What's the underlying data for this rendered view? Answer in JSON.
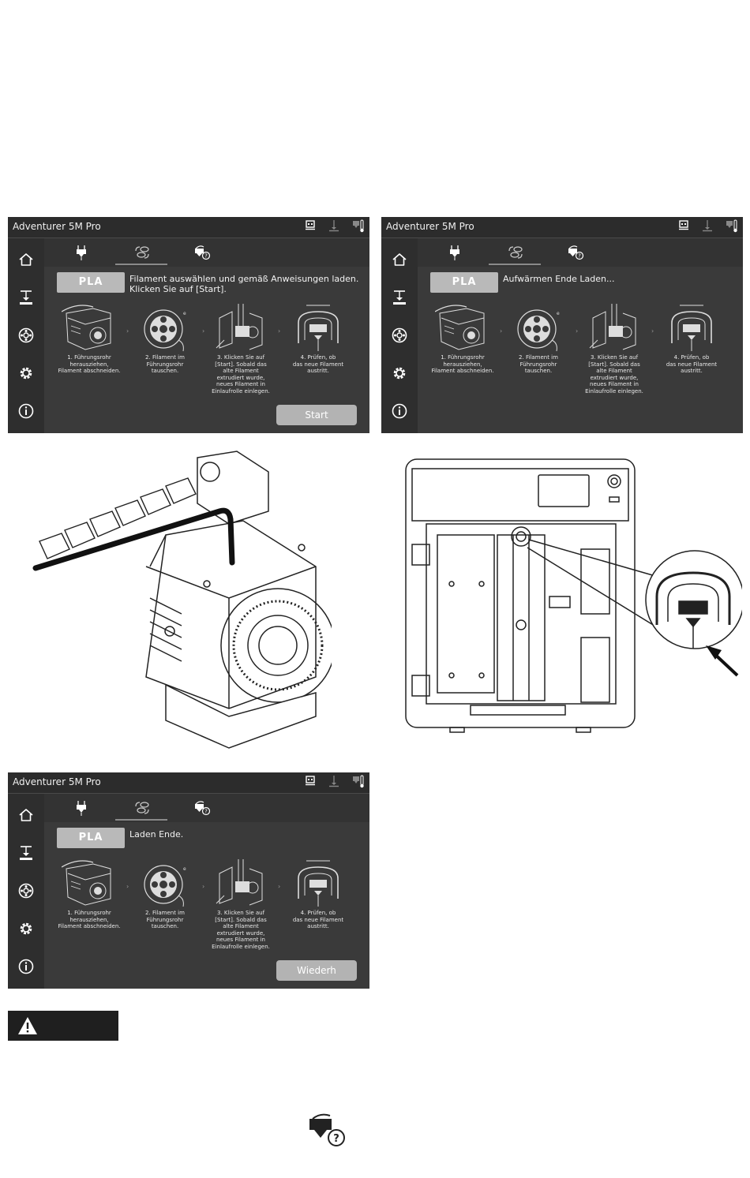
{
  "screens": [
    {
      "app_title": "Adventurer 5M Pro",
      "material": "PLA",
      "instruction": [
        "Filament auswählen und gemäß Anweisungen laden.",
        "Klicken Sie auf [Start]."
      ],
      "steps": [
        [
          "1. Führungsrohr",
          "herausziehen,",
          "Filament abschneiden."
        ],
        [
          "2. Filament im",
          "Führungsrohr",
          "tauschen."
        ],
        [
          "3. Klicken Sie auf",
          "[Start]. Sobald das",
          "alte Filament",
          "extrudiert wurde,",
          "neues Filament in",
          "Einlaufrolle einlegen."
        ],
        [
          "4. Prüfen, ob",
          "das neue Filament",
          "austritt."
        ]
      ],
      "action_label": "Start"
    },
    {
      "app_title": "Adventurer 5M Pro",
      "material": "PLA",
      "instruction": [
        "Aufwärmen Ende Laden..."
      ],
      "steps": [
        [
          "1. Führungsrohr",
          "herausziehen,",
          "Filament abschneiden."
        ],
        [
          "2. Filament im",
          "Führungsrohr",
          "tauschen."
        ],
        [
          "3. Klicken Sie auf",
          "[Start]. Sobald das",
          "alte Filament",
          "extrudiert wurde,",
          "neues Filament in",
          "Einlaufrolle einlegen."
        ],
        [
          "4. Prüfen, ob",
          "das neue Filament",
          "austritt."
        ]
      ],
      "action_label": ""
    },
    {
      "app_title": "Adventurer 5M Pro",
      "material": "PLA",
      "instruction": [
        "Laden Ende."
      ],
      "steps": [
        [
          "1. Führungsrohr",
          "herausziehen,",
          "Filament abschneiden."
        ],
        [
          "2. Filament im",
          "Führungsrohr",
          "tauschen."
        ],
        [
          "3. Klicken Sie auf",
          "[Start]. Sobald das",
          "alte Filament",
          "extrudiert wurde,",
          "neues Filament in",
          "Einlaufrolle einlegen."
        ],
        [
          "4. Prüfen, ob",
          "das neue Filament",
          "austritt."
        ]
      ],
      "action_label": "Wiederh"
    }
  ],
  "icons": {
    "sidebar": [
      "home-icon",
      "print-icon",
      "filament-icon",
      "settings-icon",
      "info-icon"
    ],
    "tabs": [
      "extruder-icon",
      "filament-swap-icon",
      "nozzle-help-icon"
    ],
    "status": [
      "camera-icon",
      "bed-temp-icon",
      "nozzle-temp-icon"
    ],
    "warning": "warning-triangle-icon",
    "bottom": "nozzle-help-icon"
  },
  "colors": {
    "screen_bg": "#3a3a3a",
    "button": "#b9b9b9",
    "warning_bg": "#1f1f1f"
  }
}
